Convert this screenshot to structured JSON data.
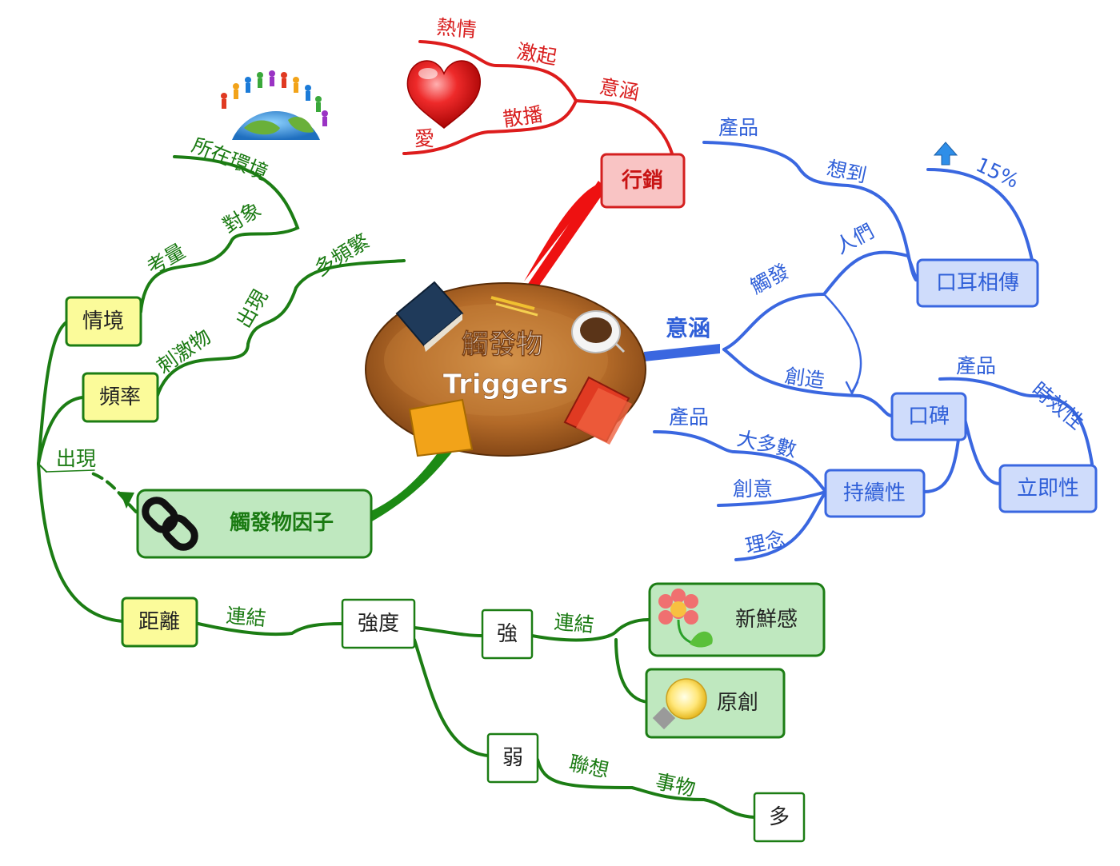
{
  "center": {
    "line1": "觸發物",
    "line2": "Triggers"
  },
  "marketing": {
    "title": "行銷",
    "meaning": "意涵",
    "arouse": "激起",
    "passion": "熱情",
    "spread": "散播",
    "love": "愛"
  },
  "meaning_branch": {
    "title": "意涵",
    "trigger": "觸發",
    "people": "人們",
    "think_of": "想到",
    "product": "產品",
    "wom": "口耳相傳",
    "pct": "15%",
    "create": "創造",
    "koubei": "口碑",
    "product2": "產品",
    "timeliness": "時效性",
    "immediacy": "立即性",
    "sustain": "持續性",
    "majority": "大多數",
    "product3": "產品",
    "creativity": "創意",
    "idea": "理念"
  },
  "factors": {
    "title": "觸發物因子",
    "appear": "出現",
    "context": "情境",
    "consider": "考量",
    "target": "對象",
    "environment": "所在環境",
    "frequency": "頻率",
    "stimulus": "刺激物",
    "appear2": "出現",
    "frequent": "多頻繁",
    "distance": "距離",
    "connect": "連結",
    "intensity": "強度",
    "strong": "強",
    "connect2": "連結",
    "freshness": "新鮮感",
    "original": "原創",
    "weak": "弱",
    "associate": "聯想",
    "things": "事物",
    "many": "多"
  }
}
